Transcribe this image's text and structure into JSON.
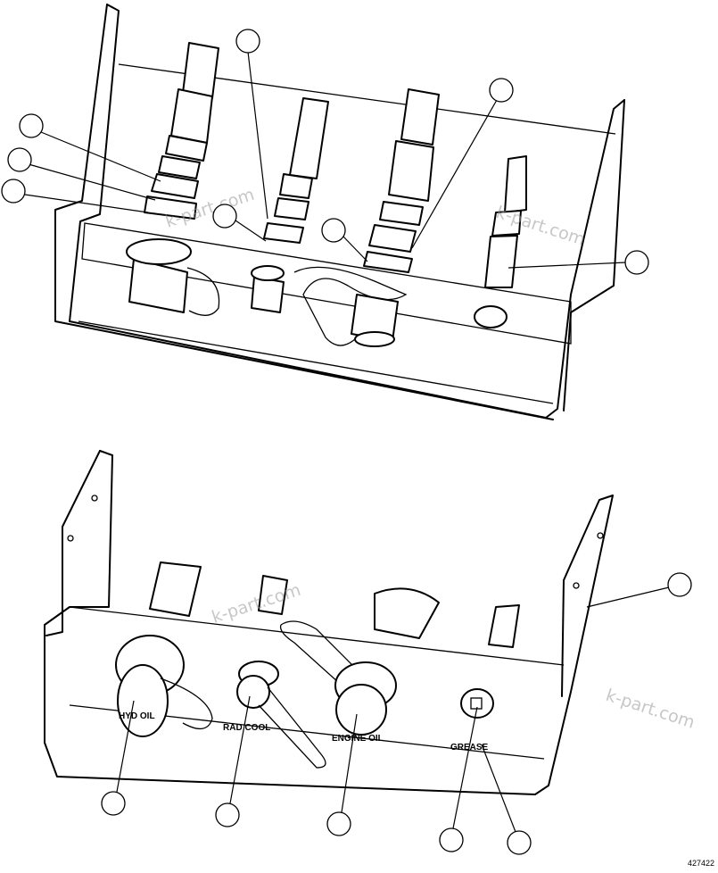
{
  "labels": {
    "hyd_oil": "HYD OIL",
    "rad_cool": "RAD COOL",
    "engine_oil": "ENGINE OIL",
    "grease": "GREASE"
  },
  "watermark": "k-part.com",
  "drawing_number": "427422"
}
